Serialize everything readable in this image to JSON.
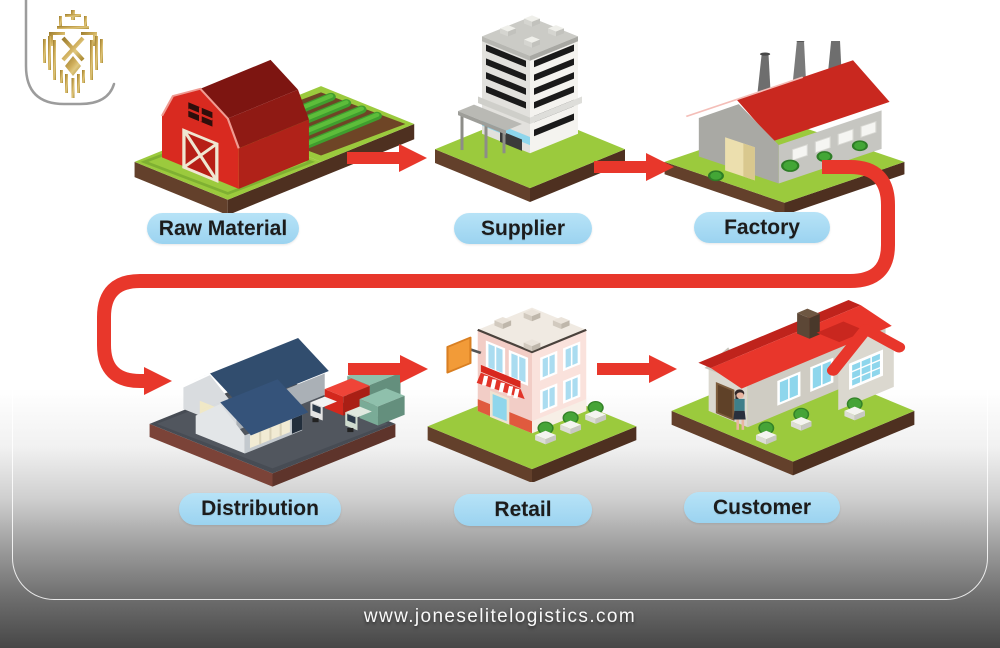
{
  "logo": {
    "icon": "gold-lion-crest-logo"
  },
  "diagram": {
    "type": "supply-chain-flow",
    "stages": [
      {
        "label": "Raw Material",
        "icon": "farm-barn-illustration"
      },
      {
        "label": "Supplier",
        "icon": "office-building-illustration"
      },
      {
        "label": "Factory",
        "icon": "factory-illustration"
      },
      {
        "label": "Distribution",
        "icon": "warehouse-trucks-illustration"
      },
      {
        "label": "Retail",
        "icon": "retail-store-illustration"
      },
      {
        "label": "Customer",
        "icon": "house-illustration"
      }
    ],
    "flow_order": [
      "Raw Material",
      "Supplier",
      "Factory",
      "Distribution",
      "Retail",
      "Customer"
    ],
    "arrow_color": "#e8372b",
    "label_pill_color": "#a3d8f3"
  },
  "footer": {
    "website": "www.joneselitelogistics.com"
  }
}
